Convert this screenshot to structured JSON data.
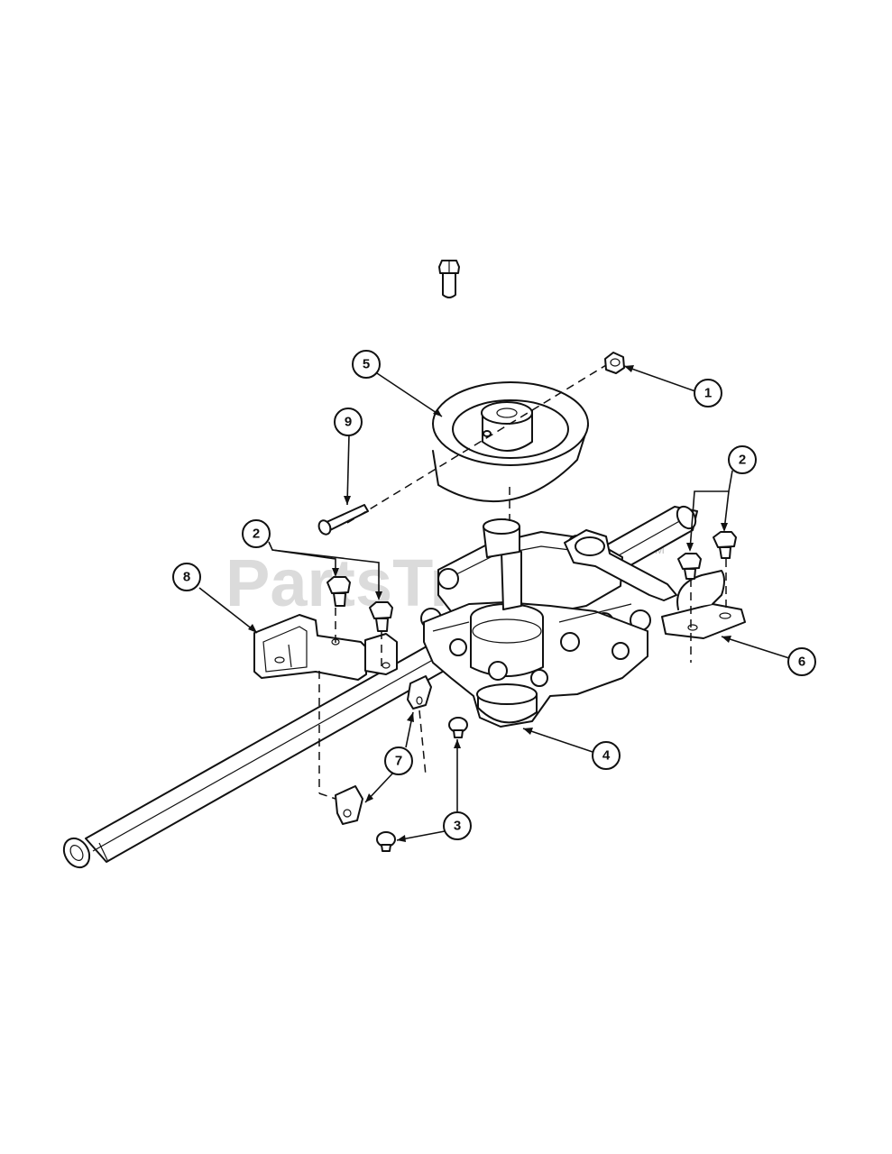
{
  "diagram": {
    "watermark": {
      "text": "PartsTree",
      "trademark": "TM"
    },
    "callouts": [
      {
        "id": "callout-1",
        "label": "1",
        "part": "nut"
      },
      {
        "id": "callout-2a",
        "label": "2",
        "part": "bolt-pair-left"
      },
      {
        "id": "callout-2b",
        "label": "2",
        "part": "bolt-pair-right"
      },
      {
        "id": "callout-3",
        "label": "3",
        "part": "screw-pair"
      },
      {
        "id": "callout-4",
        "label": "4",
        "part": "transaxle"
      },
      {
        "id": "callout-5",
        "label": "5",
        "part": "pulley"
      },
      {
        "id": "callout-6",
        "label": "6",
        "part": "bracket-right"
      },
      {
        "id": "callout-7",
        "label": "7",
        "part": "clip"
      },
      {
        "id": "callout-8",
        "label": "8",
        "part": "bracket-left"
      },
      {
        "id": "callout-9",
        "label": "9",
        "part": "pin"
      }
    ]
  }
}
